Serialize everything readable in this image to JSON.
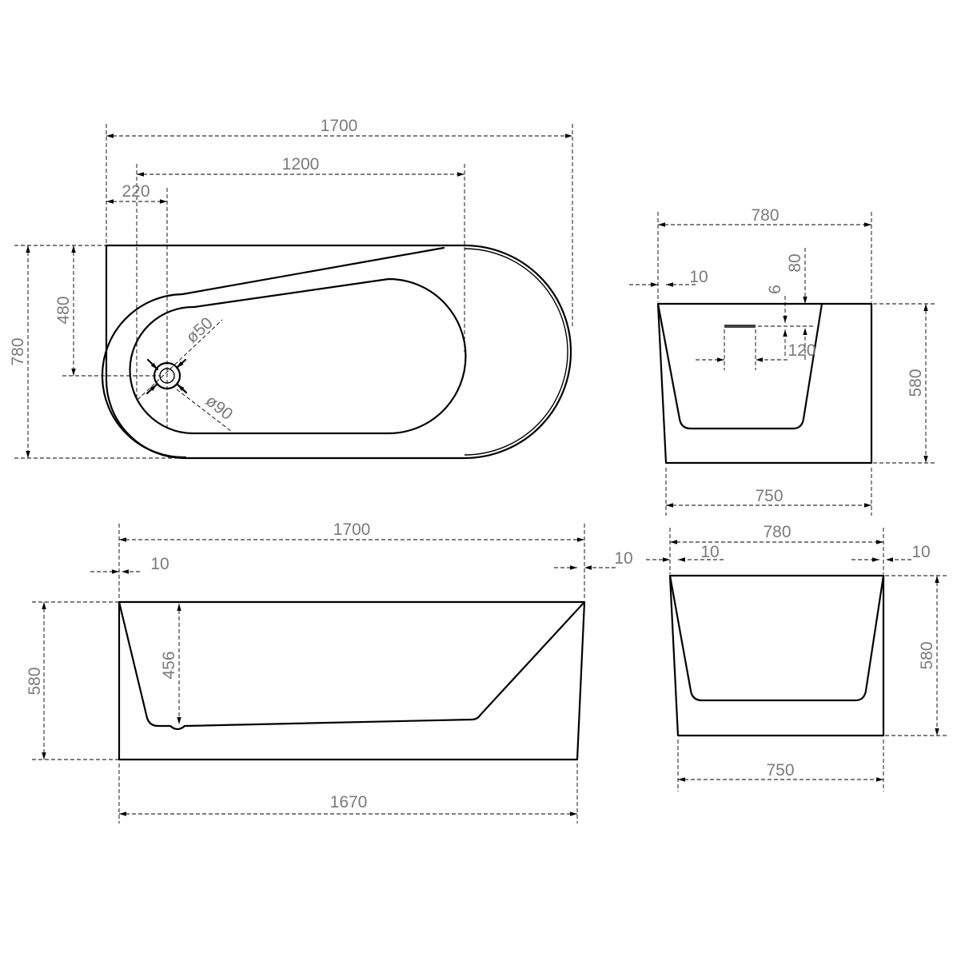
{
  "drawing": {
    "top_view": {
      "overall_length": "1700",
      "spacing_length": "1200",
      "drain_offset": "220",
      "overall_width": "780",
      "drain_from_side": "480",
      "drain_diameter": "ø50",
      "flange_diameter": "ø90"
    },
    "end_section_view": {
      "top_width": "780",
      "rim_offset": "10",
      "overflow_height": "80",
      "overflow_slot_height": "6",
      "overflow_slot_length": "120",
      "height": "580",
      "base_width": "750"
    },
    "side_view": {
      "top_length": "1700",
      "left_offset": "10",
      "right_offset": "10",
      "height": "580",
      "inner_depth": "456",
      "base_length": "1670"
    },
    "end_view": {
      "top_width": "780",
      "left_offset": "10",
      "right_offset": "10",
      "height": "580",
      "base_width": "750"
    }
  }
}
